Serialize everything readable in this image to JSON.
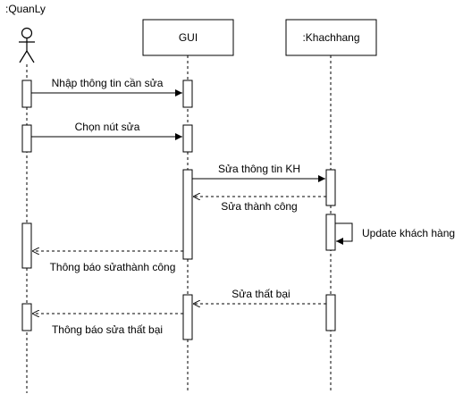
{
  "participants": {
    "actor": {
      "label": ":QuanLy"
    },
    "gui": {
      "label": "GUI"
    },
    "customer": {
      "label": ":Khachhang"
    }
  },
  "messages": [
    {
      "label": "Nhập thông tin cần sửa",
      "from": "actor",
      "to": "gui",
      "style": "sync"
    },
    {
      "label": "Chọn nút sửa",
      "from": "actor",
      "to": "gui",
      "style": "sync"
    },
    {
      "label": "Sửa thông tin KH",
      "from": "gui",
      "to": "customer",
      "style": "sync"
    },
    {
      "label": "Sửa thành công",
      "from": "customer",
      "to": "gui",
      "style": "return"
    },
    {
      "label": "Update khách hàng",
      "from": "customer",
      "to": "customer",
      "style": "self"
    },
    {
      "label": "Thông báo sửathành công",
      "from": "gui",
      "to": "actor",
      "style": "return"
    },
    {
      "label": "Sửa thất bại",
      "from": "customer",
      "to": "gui",
      "style": "return"
    },
    {
      "label": "Thông báo sửa thất bại",
      "from": "gui",
      "to": "actor",
      "style": "return"
    }
  ],
  "colors": {
    "stroke": "#000000",
    "background": "#ffffff"
  }
}
